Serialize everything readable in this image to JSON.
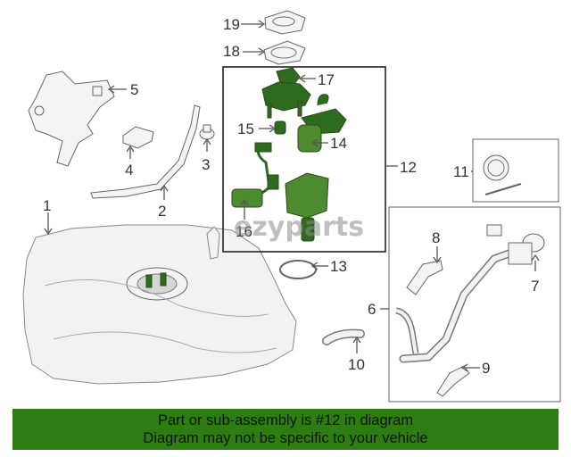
{
  "callouts": {
    "c1": "1",
    "c2": "2",
    "c3": "3",
    "c4": "4",
    "c5": "5",
    "c6": "6",
    "c7": "7",
    "c8": "8",
    "c9": "9",
    "c10": "10",
    "c11": "11",
    "c12": "12",
    "c13": "13",
    "c14": "14",
    "c15": "15",
    "c16": "16",
    "c17": "17",
    "c18": "18",
    "c19": "19"
  },
  "watermark": "ezyparts",
  "banner": {
    "line1": "Part or sub-assembly is #12 in diagram",
    "line2": "Diagram may not be specific to your vehicle"
  },
  "colors": {
    "highlight_parts": "#2f6b1e",
    "banner_background": "#2d7d12"
  }
}
